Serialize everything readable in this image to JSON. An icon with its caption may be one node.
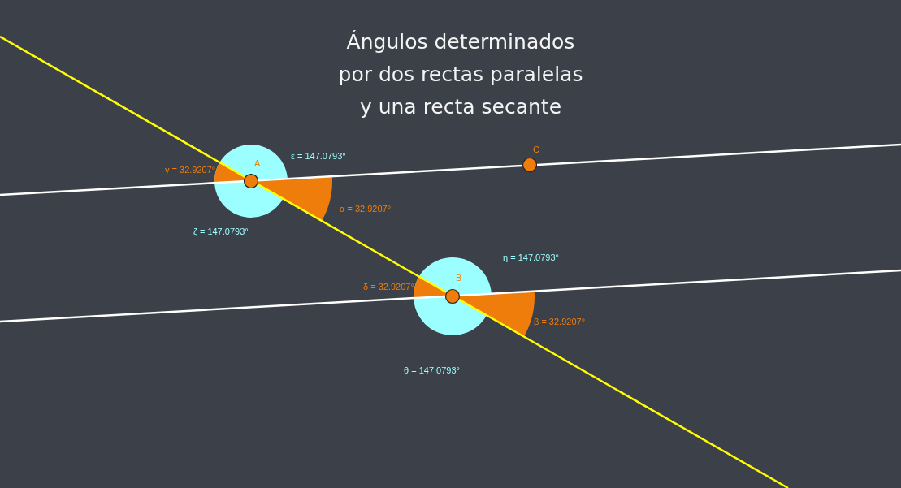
{
  "diagram": {
    "title": "Ángulos determinados por dos rectas paralelas y una recta secante",
    "labels": [
      "ε = 147.0793°",
      "C",
      "γ = 32.9207°",
      "A",
      "α = 32.9207°",
      "ζ = 147.0793°",
      "η = 147.0793°",
      "B",
      "δ = 32.9207°",
      "β = 32.9207°",
      "θ = 147.0793°"
    ]
  }
}
